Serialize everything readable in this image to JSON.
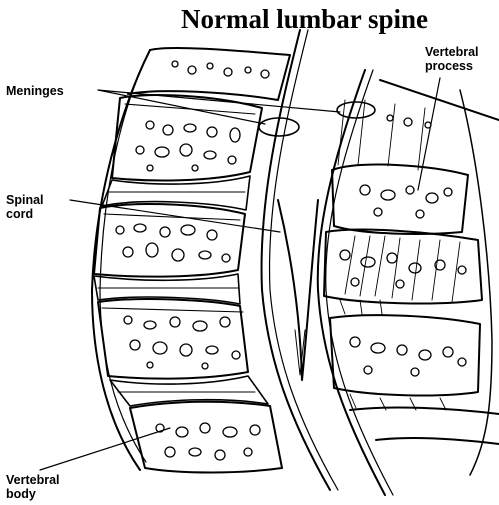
{
  "title": "Normal lumbar spine",
  "labels": {
    "meninges": "Meninges",
    "vertebral_process": "Vertebral\nprocess",
    "spinal_cord": "Spinal\ncord",
    "vertebral_body": "Vertebral\nbody"
  },
  "colors": {
    "ink": "#000000",
    "paper": "#ffffff"
  }
}
